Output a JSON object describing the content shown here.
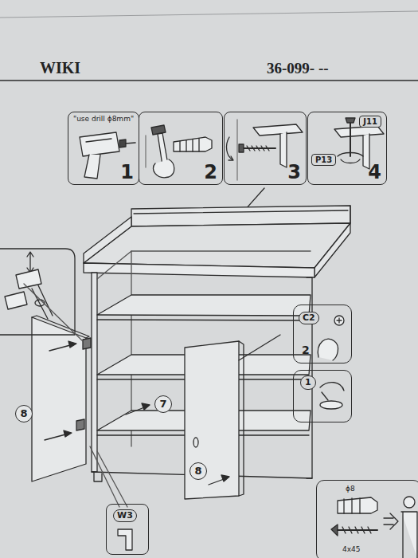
{
  "diagram": {
    "title": "WIKI",
    "nodes": [
      {
        "text": [
          "\"use drill ϕ8mm\"",
          "1"
        ]
      },
      {
        "text": [
          "2"
        ]
      },
      {
        "text": [
          "3"
        ]
      },
      {
        "text": [
          "J11",
          "P13",
          "4"
        ]
      },
      {
        "text": [
          "C2",
          "2"
        ]
      },
      {
        "text": [
          "1"
        ]
      },
      {
        "text": [
          "W3"
        ]
      },
      {
        "text": [
          "ϕ8",
          "4x45"
        ]
      }
    ],
    "labels": [
      "36-099- --",
      "8",
      "7",
      "8"
    ]
  }
}
